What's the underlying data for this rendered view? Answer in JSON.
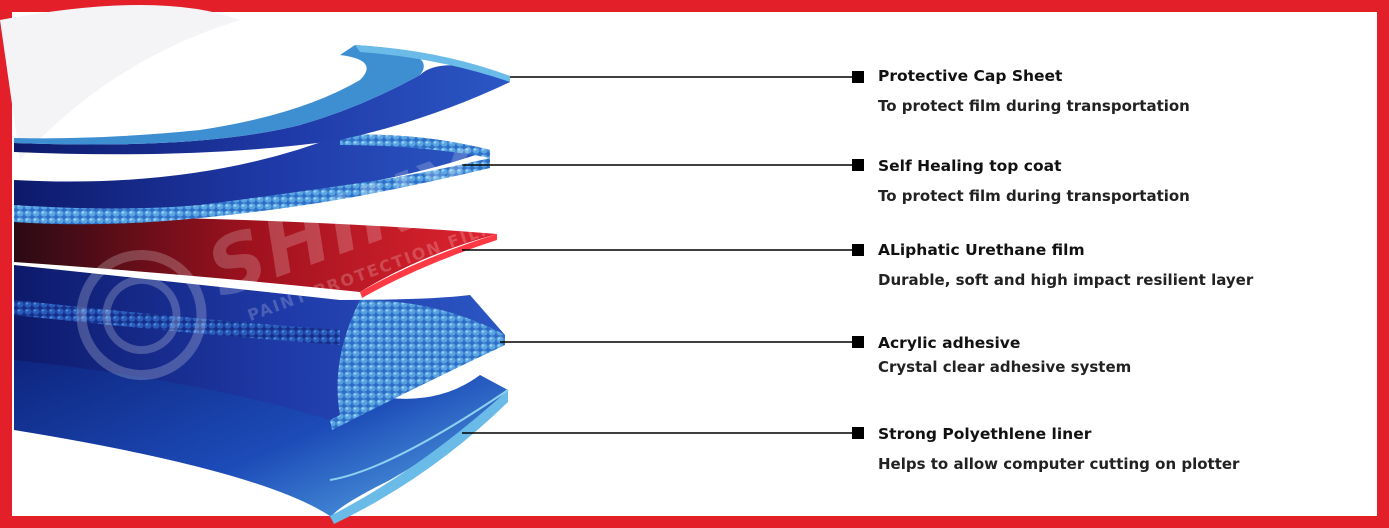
{
  "layers": [
    {
      "title": "Protective Cap Sheet",
      "desc": "To protect film during transportation"
    },
    {
      "title": "Self Healing top coat",
      "desc": "To protect film during transportation"
    },
    {
      "title": "ALiphatic Urethane film",
      "desc": "Durable, soft and high impact resilient layer"
    },
    {
      "title": "Acrylic adhesive",
      "desc": "Crystal clear adhesive system"
    },
    {
      "title": "Strong Polyethlene liner",
      "desc": "Helps to allow computer cutting on plotter"
    }
  ],
  "watermark": {
    "brand": "SHINY",
    "tagline": "PAINT PROTECTION FILM"
  },
  "colors": {
    "frame": "#e3202a",
    "layer_blue_dark": "#1a2a8c",
    "layer_blue_light": "#4a9fd8",
    "urethane_red": "#d61f2a"
  }
}
